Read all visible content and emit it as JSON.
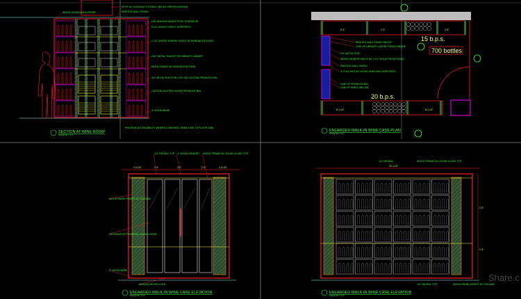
{
  "colors": {
    "background": "#000000",
    "annotation": "#3cff3c",
    "frame": "#ff2020",
    "shelf": "#ffff40",
    "panel": "#3a6b3a",
    "glass": "#bbbbbb",
    "accent": "#ff00ff"
  },
  "drawings": {
    "section": {
      "title": "SECTION AT WINE ROOM",
      "scale": "SCALE 3/8\" = 1'-0\"",
      "notes": [
        "WOOD GLASS ENCLOSURE",
        "SPLIT-AC COOLING SYSTEM, SEE AC SPECIFICATIONS",
        "PAINTED WALL FINISH",
        "DECORATIVE BASKETS BY OPERATOR",
        "FULL HEIGHT SHELF SUPPORTS",
        "1 1/2\" WOOD VENEER SHELF W/ HARDWOOD EDGE",
        "4X4\" METAL TRACK FOR LIBRARY LADDER",
        "WOOD SHELF W/ HARDWOOD EDGE",
        "3/4\" METAL ROD FOR CLIP-ON CUSTOM PRODUCE BIN",
        "CUSTOM SLATTED WOOD PRODUCE BIN",
        "4\" WOOD BASE",
        "PROVIDE ACCESSIBILITY WHERE LOWERED, DRAW LINE TO FLOOR SINK"
      ]
    },
    "plan": {
      "title": "ENLARGED WALK-IN WINE CASE PLAN",
      "scale": "SCALE 3/8\" = 1'-0\"",
      "labels": {
        "top_count": "15 b.p.s.",
        "bottom_count": "20 b.p.s.",
        "capacity": "700 bottles"
      },
      "notes": [
        "PAINTED WALL FINISH ABOVE",
        "LINE OF LIBRARY LADDER TRACK ABOVE",
        "3/4\" METAL ROD",
        "WOOD VENEER SHELF W/ 1 1/2\" SOLID FRONT EDGE",
        "PAINTED WALL FINISH",
        "3\" FULL HEIGHT WOOD SHELVING SUPPORTS",
        "LINE OF PRODUCE BIN",
        "LINE OF SHELF BELOW"
      ],
      "dims": [
        "3'-3\"",
        "2'-3\"",
        "2'-6\"",
        "8'-1 1/2\"",
        "8'-1 1/2\""
      ]
    },
    "elevation_door": {
      "title": "ENLARGED WALK-IN WINE CASE ELEVATION",
      "scale": "SCALE 3/8\" = 1'-0\"",
      "notes": [
        "1/2\" REVEAL TYP.",
        "3\" WOOD HEADER",
        "WOOD FRAME W/ CLEAR GLASS, TYP.",
        "WOOD PANEL INSERT AT COLUMN",
        "DECORATIVE PUSH/PULL SWING DOOR",
        "3\" WOOD BASE",
        "MANUAL KEYED LOCK"
      ],
      "dims": [
        "1'-6 1/2\"",
        "2'-0\"",
        "3'-0\"",
        "2'-0\"",
        "1'-6 1/2\""
      ]
    },
    "elevation_case": {
      "title": "ENLARGED WALK-IN WINE CASE ELEVATION",
      "scale": "SCALE 3/8\" = 1'-0\"",
      "notes": [
        "1/2\" REVEAL",
        "WOOD FRAME W/ CLEAR GLASS TYP.",
        "1/2\" REVEAL TYP.",
        "WOOD PANEL INSERT AT COLUMN"
      ],
      "dims": [
        "12'-1 1/2\"",
        "1'-6\"",
        "1'-6\""
      ]
    }
  },
  "watermark": "Share.c"
}
